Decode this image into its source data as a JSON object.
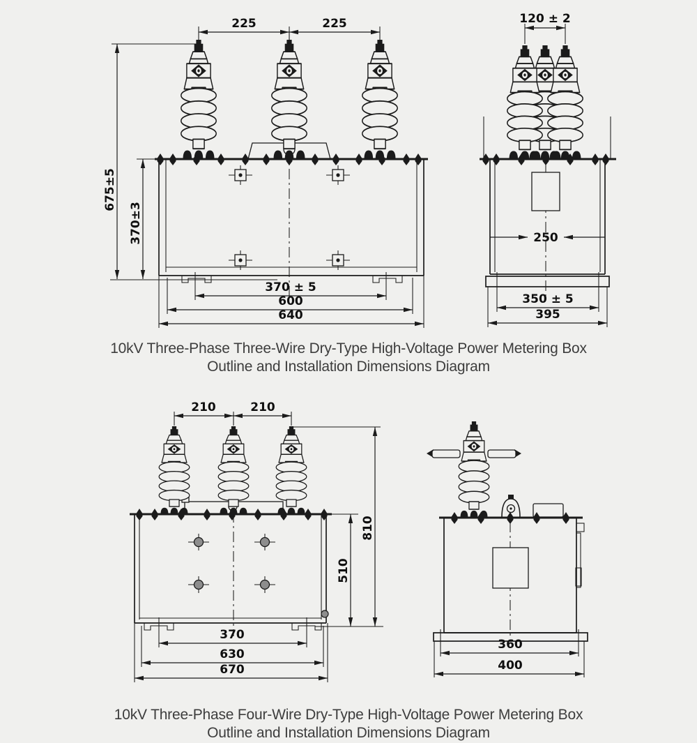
{
  "colors": {
    "background": "#f0f0ee",
    "line": "#1b1b1b",
    "title_text": "#3d3d3d",
    "hole_fill": "#8d8d8d"
  },
  "top_diagram": {
    "title_line1": "10kV Three-Phase Three-Wire Dry-Type High-Voltage Power Metering Box",
    "title_line2": "Outline and Installation Dimensions Diagram",
    "front_view": {
      "dims": {
        "bushing_spacing_left": "225",
        "bushing_spacing_right": "225",
        "overall_height": "675±5",
        "body_height": "370±3",
        "mounting_width": "370 ± 5",
        "body_width": "600",
        "overall_width": "640"
      }
    },
    "side_view": {
      "dims": {
        "bushing_spacing": "120 ± 2",
        "depth": "250",
        "mounting_depth": "350 ± 5",
        "base_depth": "395"
      }
    }
  },
  "bottom_diagram": {
    "title_line1": "10kV Three-Phase Four-Wire Dry-Type High-Voltage Power Metering Box",
    "title_line2": "Outline and Installation Dimensions Diagram",
    "front_view": {
      "dims": {
        "bushing_spacing_left": "210",
        "bushing_spacing_right": "210",
        "overall_height": "810",
        "body_height": "510",
        "mounting_width": "370",
        "body_width": "630",
        "overall_width": "670"
      }
    },
    "side_view": {
      "dims": {
        "mounting_depth": "360",
        "base_depth": "400"
      }
    }
  }
}
